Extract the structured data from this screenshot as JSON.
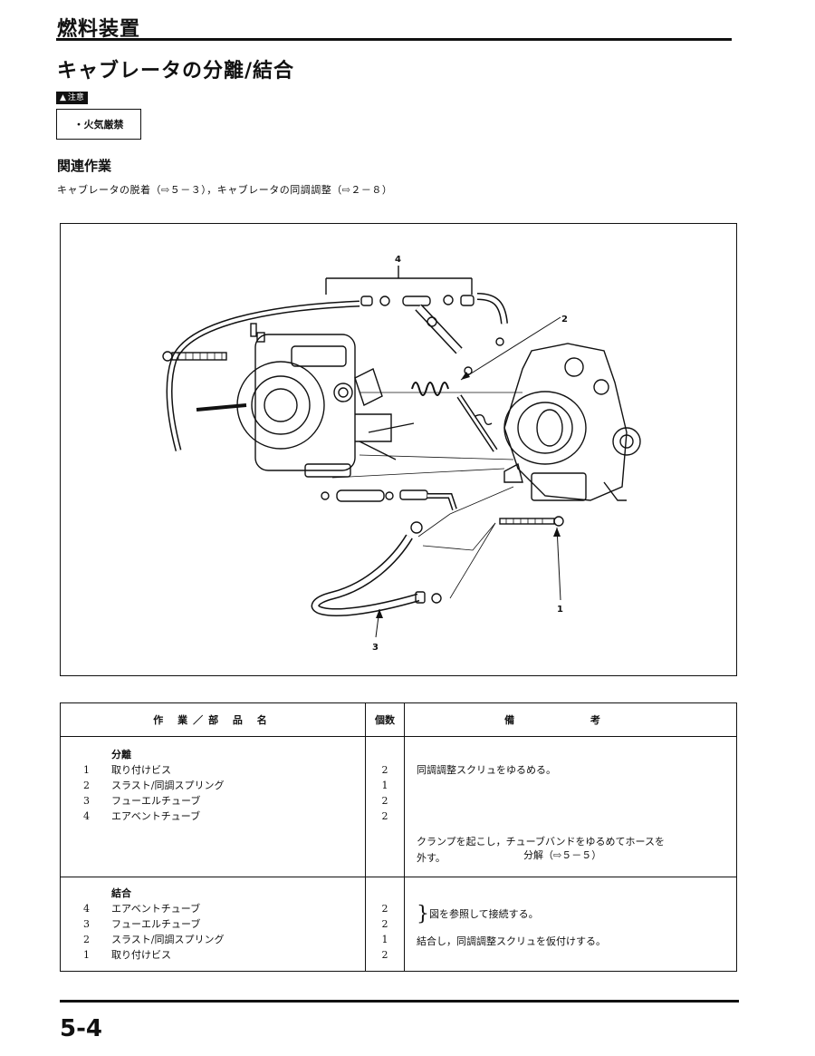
{
  "header": {
    "section_title": "燃料装置",
    "page_title": "キャブレータの分離/結合"
  },
  "caution": {
    "badge_icon": "warning-triangle-icon",
    "badge": "注意",
    "items": [
      "・火気厳禁"
    ]
  },
  "related": {
    "heading": "関連作業",
    "text": "キャブレータの脱着（⇨５－３），キャブレータの同調調整（⇨２－８）"
  },
  "diagram": {
    "callouts": [
      "4",
      "2",
      "1",
      "3"
    ]
  },
  "table": {
    "headers": {
      "work": "作 業／部 品 名",
      "qty": "個数",
      "remarks": "備 考"
    },
    "disassembly": {
      "title": "分離",
      "steps": [
        {
          "no": "1",
          "name": "取り付けビス",
          "qty": "2"
        },
        {
          "no": "2",
          "name": "スラスト/同調スプリング",
          "qty": "1"
        },
        {
          "no": "3",
          "name": "フューエルチューブ",
          "qty": "2"
        },
        {
          "no": "4",
          "name": "エアベントチューブ",
          "qty": "2"
        }
      ],
      "remarks": [
        "同調調整スクリュをゆるめる。",
        "クランプを起こし，チューブバンドをゆるめてホースを",
        "外す。",
        "分解（⇨５－５）"
      ]
    },
    "assembly": {
      "title": "結合",
      "steps": [
        {
          "no": "4",
          "name": "エアベントチューブ",
          "qty": "2"
        },
        {
          "no": "3",
          "name": "フューエルチューブ",
          "qty": "2"
        },
        {
          "no": "2",
          "name": "スラスト/同調スプリング",
          "qty": "1"
        },
        {
          "no": "1",
          "name": "取り付けビス",
          "qty": "2"
        }
      ],
      "remarks": [
        "図を参照して接続する。",
        "結合し，同調調整スクリュを仮付けする。"
      ]
    }
  },
  "footer": {
    "page_number": "5-4"
  }
}
